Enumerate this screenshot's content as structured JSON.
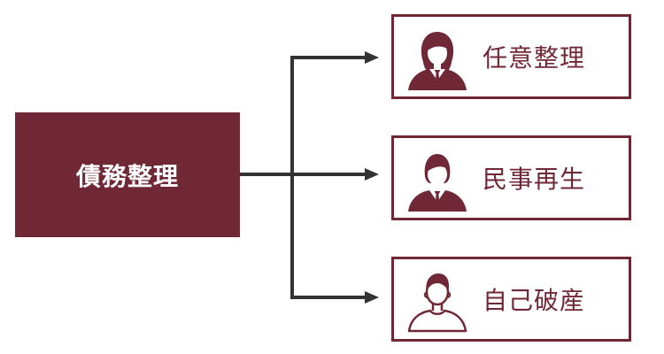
{
  "root": {
    "label": "債務整理"
  },
  "options": [
    {
      "label": "任意整理",
      "icon": "woman-long-hair-icon"
    },
    {
      "label": "民事再生",
      "icon": "woman-short-hair-icon"
    },
    {
      "label": "自己破産",
      "icon": "man-outline-icon"
    }
  ],
  "colors": {
    "accent": "#712836",
    "connector": "#333333"
  }
}
